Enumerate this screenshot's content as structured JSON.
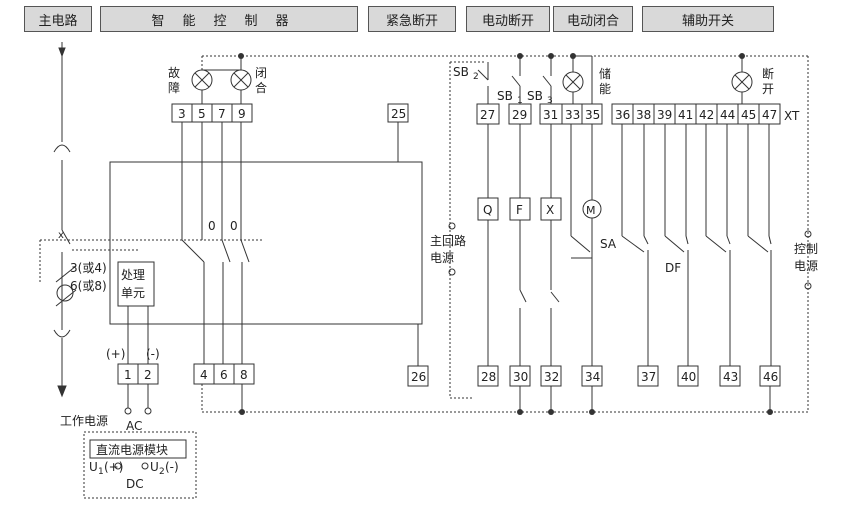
{
  "headers": {
    "main_circuit": "主电路",
    "intelligent_controller": "智能控制器",
    "emergency_open": "紧急断开",
    "electric_open": "电动断开",
    "electric_close": "电动闭合",
    "auxiliary_switch": "辅助开关"
  },
  "lamps": {
    "fault": [
      "故",
      "障"
    ],
    "close": [
      "闭",
      "合"
    ],
    "store": [
      "储",
      "能"
    ],
    "open": [
      "断",
      "开"
    ]
  },
  "terminals_top_left": [
    "3",
    "5",
    "7",
    "9"
  ],
  "terminal_25": "25",
  "terminals_top_right": [
    "27",
    "29",
    "31",
    "33",
    "35",
    "36",
    "38",
    "39",
    "41",
    "42",
    "44",
    "45",
    "47"
  ],
  "xt_label": "XT",
  "terminals_bottom_left": [
    "1",
    "2"
  ],
  "terminals_bottom_mid": [
    "4",
    "6",
    "8"
  ],
  "terminal_26": "26",
  "terminals_bottom_right": [
    "28",
    "30",
    "32",
    "34",
    "37",
    "40",
    "43",
    "46"
  ],
  "buttons": {
    "sb2": "SB",
    "sb2_sub": "2",
    "sb1": "SB",
    "sb1_sub": "1",
    "sb3": "SB",
    "sb3_sub": "3"
  },
  "coils": [
    "Q",
    "F",
    "X",
    "M"
  ],
  "switch_labels": {
    "sa": "SA",
    "df": "DF"
  },
  "contact_zero_1": "0",
  "contact_zero_2": "0",
  "main_power": [
    "主回路",
    "电源"
  ],
  "control_power": [
    "控制",
    "电源"
  ],
  "ct_labels": {
    "ct1": "3(或4)",
    "ct2": "6(或8)"
  },
  "processing_unit": [
    "处理",
    "单元"
  ],
  "polarity": {
    "plus": "(+)",
    "minus": "(-)"
  },
  "work_power": "工作电源",
  "ac": "AC",
  "dc_module": {
    "title": "直流电源模块",
    "u1": "U",
    "u1_sub": "1",
    "u1_sign": "(+)",
    "u2": "U",
    "u2_sub": "2",
    "u2_sign": "(-)",
    "dc": "DC"
  },
  "breaker_x": "x"
}
